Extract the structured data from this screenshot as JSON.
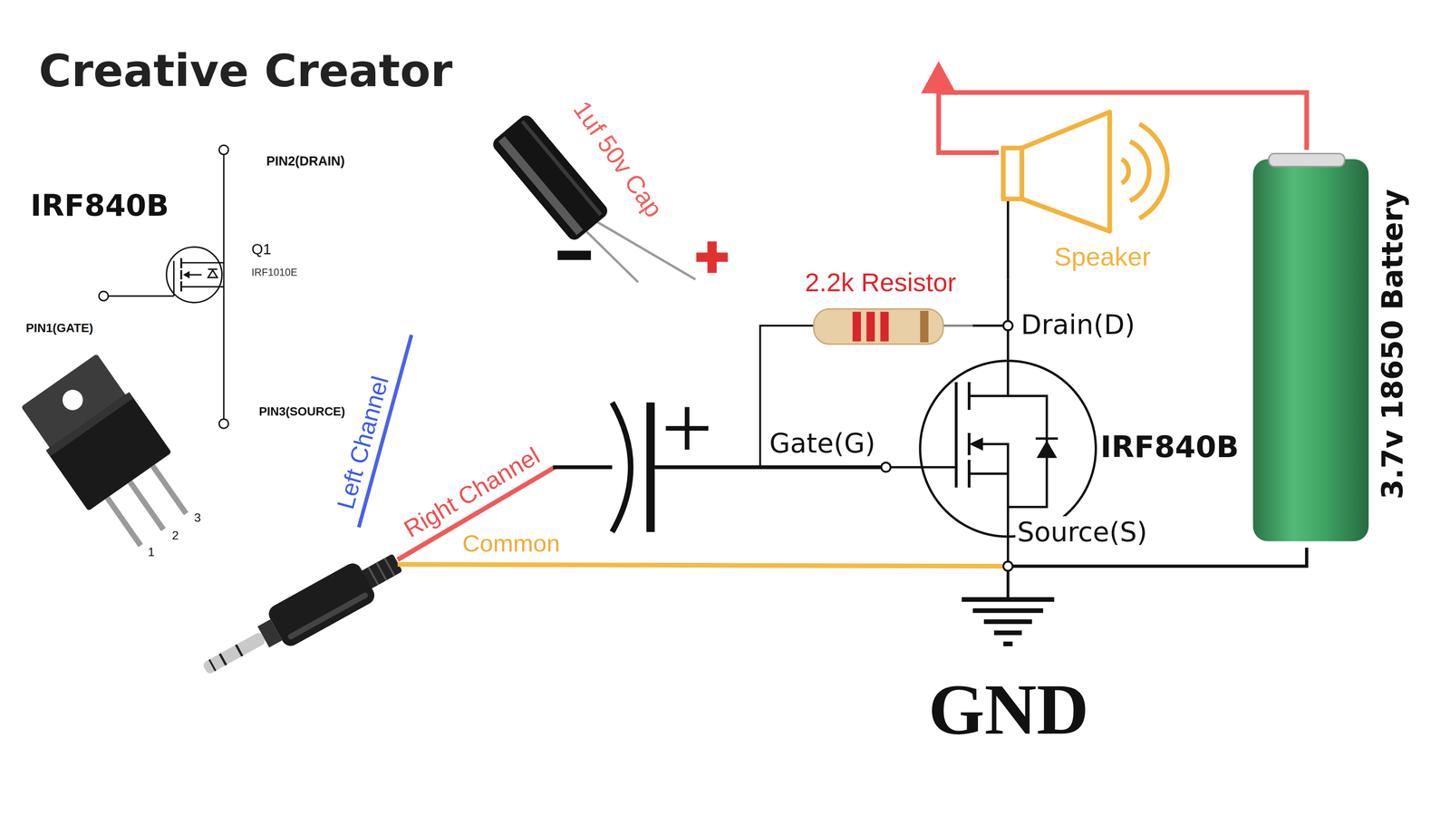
{
  "diagram": {
    "title": "Creative Creator",
    "nodes": [
      {
        "text": [
          "Speaker"
        ]
      },
      {
        "text": [
          "2.2k Resistor"
        ]
      },
      {
        "text": [
          "IRF840B"
        ]
      },
      {
        "text": [
          "3.7v 18650 Battery"
        ]
      }
    ],
    "edges": [
      {
        "from": 3,
        "to": 0,
        "arrow": "none"
      },
      {
        "from": 0,
        "to": 2,
        "arrow": "none"
      },
      {
        "from": 1,
        "to": 2,
        "arrow": "none"
      },
      {
        "from": 2,
        "to": 3,
        "arrow": "none"
      }
    ],
    "labels": [
      "IRF840B",
      "PIN2(DRAIN)",
      "Q1",
      "IRF1010E",
      "PIN1(GATE)",
      "PIN3(SOURCE)",
      "1",
      "2",
      "3",
      "1uf 50v Cap",
      "Left Channel",
      "Right Channel",
      "Common",
      "Gate(G)",
      "Drain(D)",
      "Source(S)",
      "GND"
    ]
  }
}
